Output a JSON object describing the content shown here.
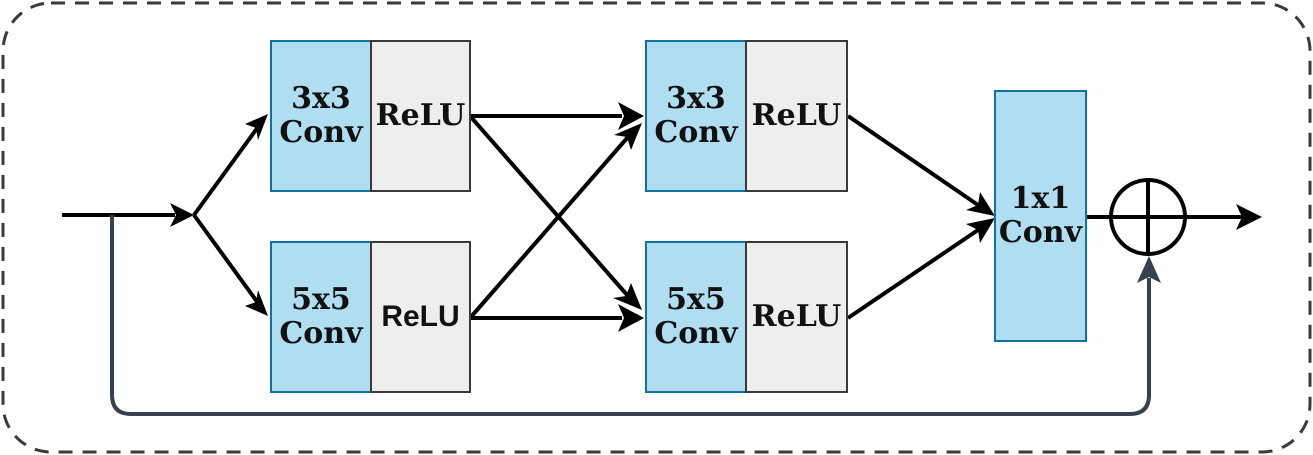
{
  "blocks": {
    "conv_3x3_a": "3x3\nConv",
    "relu_a": "ReLU",
    "conv_5x5_a": "5x5\nConv",
    "relu_b": "ReLU",
    "conv_3x3_b": "3x3\nConv",
    "relu_c": "ReLU",
    "conv_5x5_b": "5x5\nConv",
    "relu_d": "ReLU",
    "conv_1x1": "1x1\nConv"
  },
  "colors": {
    "conv_fill": "#b1ddf0",
    "conv_stroke": "#10739e",
    "relu_fill": "#eeeeee",
    "frame_dash": "#3a3a3a",
    "skip_line": "#36404e",
    "arrow": "#000000"
  },
  "icons": {
    "sum": "circle-plus-icon"
  }
}
